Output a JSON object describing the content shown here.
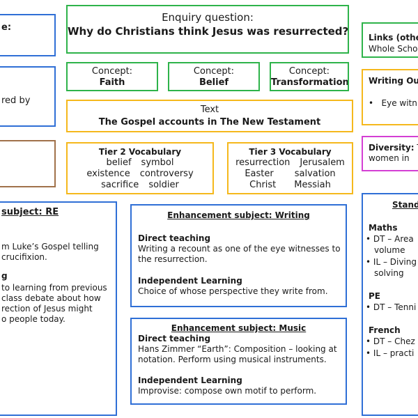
{
  "enquiry": {
    "label": "Enquiry question:",
    "question": "Why do Christians think Jesus was resurrected?"
  },
  "concepts": [
    {
      "label": "Concept:",
      "value": "Faith"
    },
    {
      "label": "Concept:",
      "value": "Belief"
    },
    {
      "label": "Concept:",
      "value": "Transformation"
    }
  ],
  "text_box": {
    "label": "Text",
    "value": "The Gospel accounts in The New Testament"
  },
  "tier2": {
    "title": "Tier 2 Vocabulary",
    "rows": [
      [
        "belief",
        "symbol"
      ],
      [
        "existence",
        "controversy"
      ],
      [
        "sacrifice",
        "soldier"
      ]
    ]
  },
  "tier3": {
    "title": "Tier 3 Vocabulary",
    "rows": [
      [
        "resurrection",
        "Jerusalem"
      ],
      [
        "Easter",
        "salvation"
      ],
      [
        "Christ",
        "Messiah"
      ]
    ]
  },
  "left_top": {
    "text": "e:"
  },
  "left_mid": {
    "text": "red by"
  },
  "re_subject": {
    "title": "subject: RE",
    "line1": "m Luke’s Gospel telling",
    "line2": "crucifixion.",
    "heading": "g",
    "line3": "to learning from previous",
    "line4": "class debate about how",
    "line5": "rection of Jesus might",
    "line6": "o people today."
  },
  "writing": {
    "title": "Enhancement subject: Writing",
    "direct_heading": "Direct teaching",
    "direct_text_1": "Writing a recount as one of the eye witnesses to",
    "direct_text_2": "the resurrection.",
    "indep_heading": "Independent Learning",
    "indep_text": "Choice of whose perspective they write from."
  },
  "music": {
    "title": "Enhancement subject: Music",
    "direct_heading": "Direct teaching",
    "direct_text_1": "Hans Zimmer “Earth”:  Composition – looking at",
    "direct_text_2": "notation.   Perform using musical instruments.",
    "indep_heading": "Independent Learning",
    "indep_text": "Improvise:  compose own motif to perform."
  },
  "links": {
    "title": "Links (other",
    "text": "Whole Scho"
  },
  "writing_out": {
    "title": "Writing Out",
    "bullet": "Eye witn"
  },
  "diversity": {
    "title": "Diversity:",
    "text1": " T",
    "text2": "women in"
  },
  "standalone": {
    "title": "Standa",
    "maths": {
      "heading": "Maths",
      "items": [
        "DT – Area",
        "volume",
        "IL – Diving",
        "solving"
      ]
    },
    "pe": {
      "heading": "PE",
      "items": [
        "DT – Tenni"
      ]
    },
    "french": {
      "heading": "French",
      "items": [
        "DT – Chez",
        "IL – practi"
      ]
    }
  }
}
